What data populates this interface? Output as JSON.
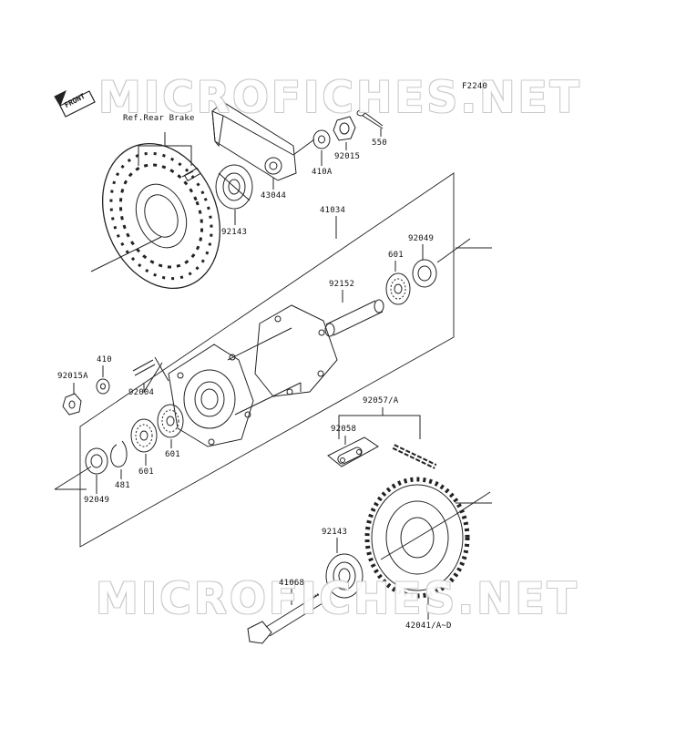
{
  "diagram": {
    "code": "F2240",
    "reference": "Ref.Rear Brake",
    "front_label": "FRONT",
    "watermarks": [
      "MICROFICHES.NET",
      "MICROFICHES.NET"
    ]
  },
  "parts": {
    "p550": "550",
    "p92015_top": "92015",
    "p410A": "410A",
    "p43044": "43044",
    "p92143_top": "92143",
    "p41034": "41034",
    "p92049_right": "92049",
    "p601_right": "601",
    "p92152": "92152",
    "p410": "410",
    "p92015A": "92015A",
    "p92004": "92004",
    "p92057": "92057/A",
    "p92058": "92058",
    "p601_left": "601",
    "p481": "481",
    "p601_mid": "601",
    "p92049_left": "92049",
    "p92143_bottom": "92143",
    "p41068": "41068",
    "p42041": "42041/A~D"
  }
}
